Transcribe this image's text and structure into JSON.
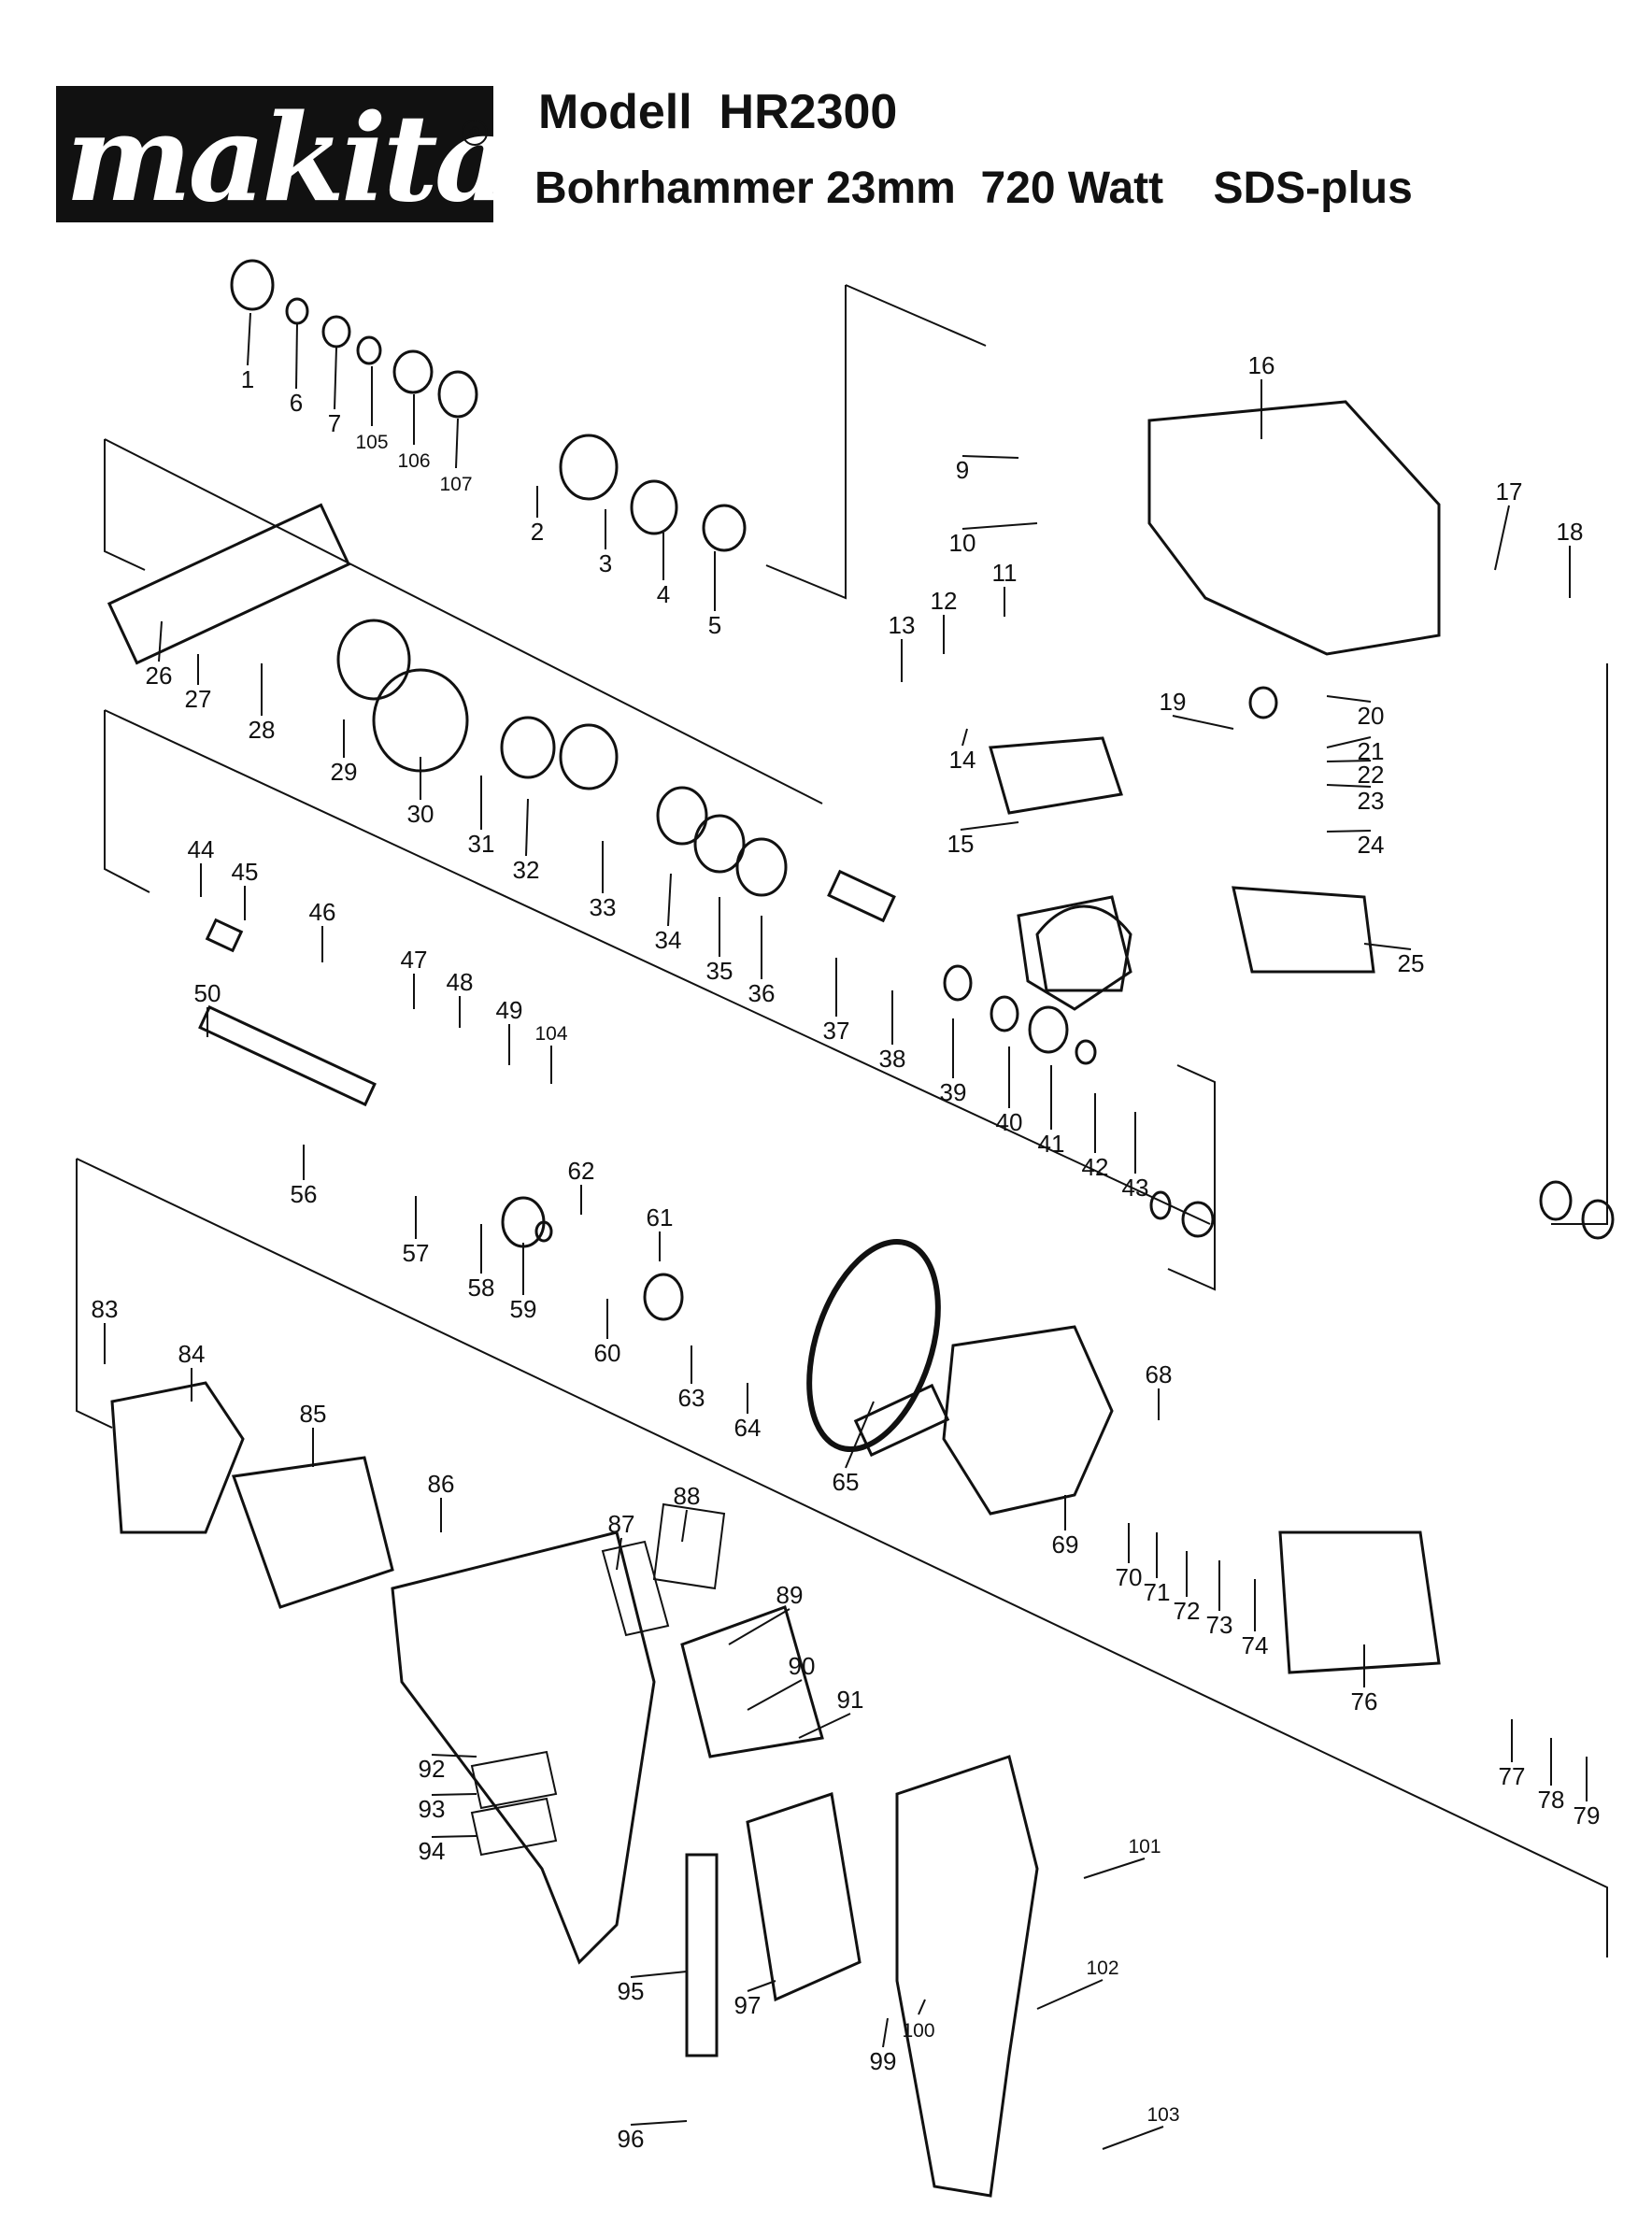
{
  "brand": {
    "name": "makita",
    "registered": "®"
  },
  "header": {
    "model_line": "Modell  HR2300",
    "subtitle": "Bohrhammer 23mm  720 Watt    SDS-plus"
  },
  "diagram": {
    "title": "Exploded parts diagram",
    "part_labels": [
      "1",
      "6",
      "7",
      "105",
      "106",
      "107",
      "2",
      "3",
      "4",
      "5",
      "26",
      "27",
      "28",
      "29",
      "30",
      "31",
      "32",
      "33",
      "34",
      "35",
      "36",
      "37",
      "38",
      "39",
      "40",
      "41",
      "42",
      "43",
      "44",
      "45",
      "46",
      "47",
      "48",
      "49",
      "104",
      "50",
      "56",
      "57",
      "58",
      "59",
      "62",
      "61",
      "60",
      "63",
      "64",
      "65",
      "68",
      "69",
      "70",
      "71",
      "72",
      "73",
      "74",
      "76",
      "77",
      "78",
      "79",
      "16",
      "17",
      "18",
      "9",
      "10",
      "11",
      "12",
      "13",
      "14",
      "15",
      "19",
      "20",
      "21",
      "22",
      "23",
      "24",
      "25",
      "83",
      "84",
      "85",
      "86",
      "87",
      "88",
      "89",
      "90",
      "91",
      "92",
      "93",
      "94",
      "95",
      "96",
      "97",
      "99",
      "100",
      "101",
      "102",
      "103"
    ]
  }
}
